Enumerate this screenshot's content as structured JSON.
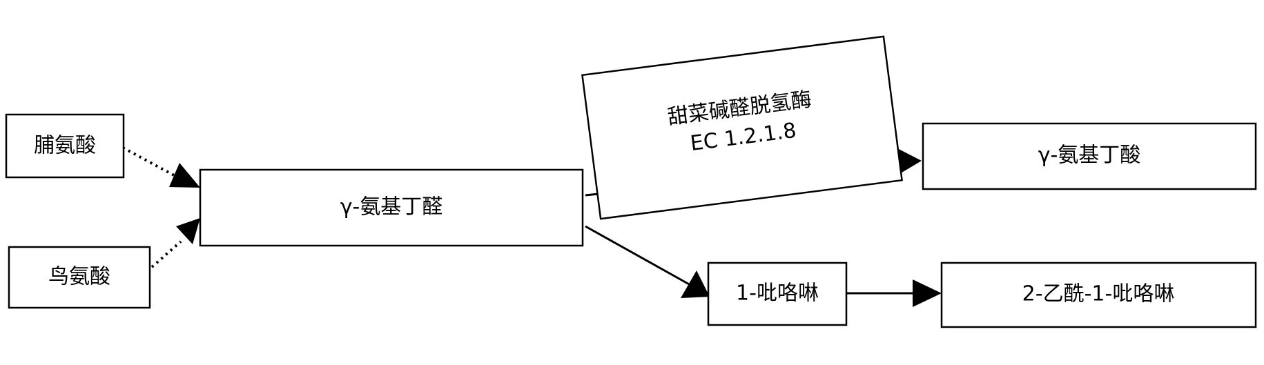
{
  "nodes": {
    "proline": "脯氨酸",
    "ornithine": "鸟氨酸",
    "gaba_aldehyde": "γ-氨基丁醛",
    "gaba": "γ-氨基丁酸",
    "pyrroline": "1-吡咯啉",
    "acetyl_pyrroline": "2-乙酰-1-吡咯啉"
  },
  "enzyme": {
    "name": "甜菜碱醛脱氢酶",
    "ec": "EC 1.2.1.8"
  },
  "edges": [
    {
      "from": "proline",
      "to": "gaba_aldehyde",
      "style": "dotted"
    },
    {
      "from": "ornithine",
      "to": "gaba_aldehyde",
      "style": "dotted"
    },
    {
      "from": "gaba_aldehyde",
      "to": "gaba",
      "style": "solid"
    },
    {
      "from": "gaba_aldehyde",
      "to": "pyrroline",
      "style": "solid"
    },
    {
      "from": "pyrroline",
      "to": "acetyl_pyrroline",
      "style": "solid"
    }
  ]
}
